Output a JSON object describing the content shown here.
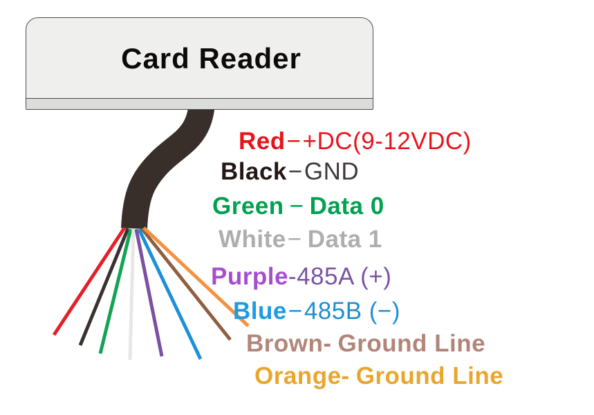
{
  "reader": {
    "title": "Card Reader",
    "box_fill": "#efefee",
    "strip_fill": "#dcdcda",
    "border_color": "#4a4a48"
  },
  "cable": {
    "color": "#382f2b"
  },
  "wires": [
    {
      "id": "red",
      "label": {
        "name": "Red",
        "sep": "−",
        "func": "+DC(9-12VDC)"
      },
      "colors": {
        "name": "#e8141c",
        "sep": "#e8141c",
        "func": "#e8141c",
        "wire": "#e32028"
      }
    },
    {
      "id": "black",
      "label": {
        "name": "Black",
        "sep": "−",
        "func": "GND"
      },
      "colors": {
        "name": "#231815",
        "sep": "#3e3a39",
        "func": "#3e3a39",
        "wire": "#3a3230"
      }
    },
    {
      "id": "green",
      "label": {
        "name": "Green",
        "sep": "−",
        "func": "Data 0"
      },
      "colors": {
        "name": "#00a14f",
        "sep": "#00a14f",
        "func": "#00a14f",
        "wire": "#14a254"
      }
    },
    {
      "id": "white",
      "label": {
        "name": "White",
        "sep": "−",
        "func": "Data 1"
      },
      "colors": {
        "name": "#aeaeb0",
        "sep": "#aeaeb0",
        "func": "#aeaeb0",
        "wire": "#e7e7e5"
      }
    },
    {
      "id": "purple",
      "label": {
        "name": "Purple",
        "sep": "-",
        "func": "485A (+)"
      },
      "colors": {
        "name": "#a54fd0",
        "sep": "#7b53a3",
        "func": "#7b53a3",
        "wire": "#7c4fa0"
      }
    },
    {
      "id": "blue",
      "label": {
        "name": "Blue",
        "sep": "−",
        "func": "485B (−)"
      },
      "colors": {
        "name": "#1d9be4",
        "sep": "#1f8fd0",
        "func": "#1f8fd0",
        "wire": "#1b90d8"
      }
    },
    {
      "id": "brown",
      "label": {
        "name": "Brown-",
        "sep": "",
        "func": "Ground Line"
      },
      "colors": {
        "name": "#b2857a",
        "sep": "#b2857a",
        "func": "#b2857a",
        "wire": "#8f5f40"
      }
    },
    {
      "id": "orange",
      "label": {
        "name": "Orange-",
        "sep": "",
        "func": "Ground Line"
      },
      "colors": {
        "name": "#e9a62e",
        "sep": "#e9a62e",
        "func": "#e9a62e",
        "wire": "#f59140"
      }
    }
  ]
}
